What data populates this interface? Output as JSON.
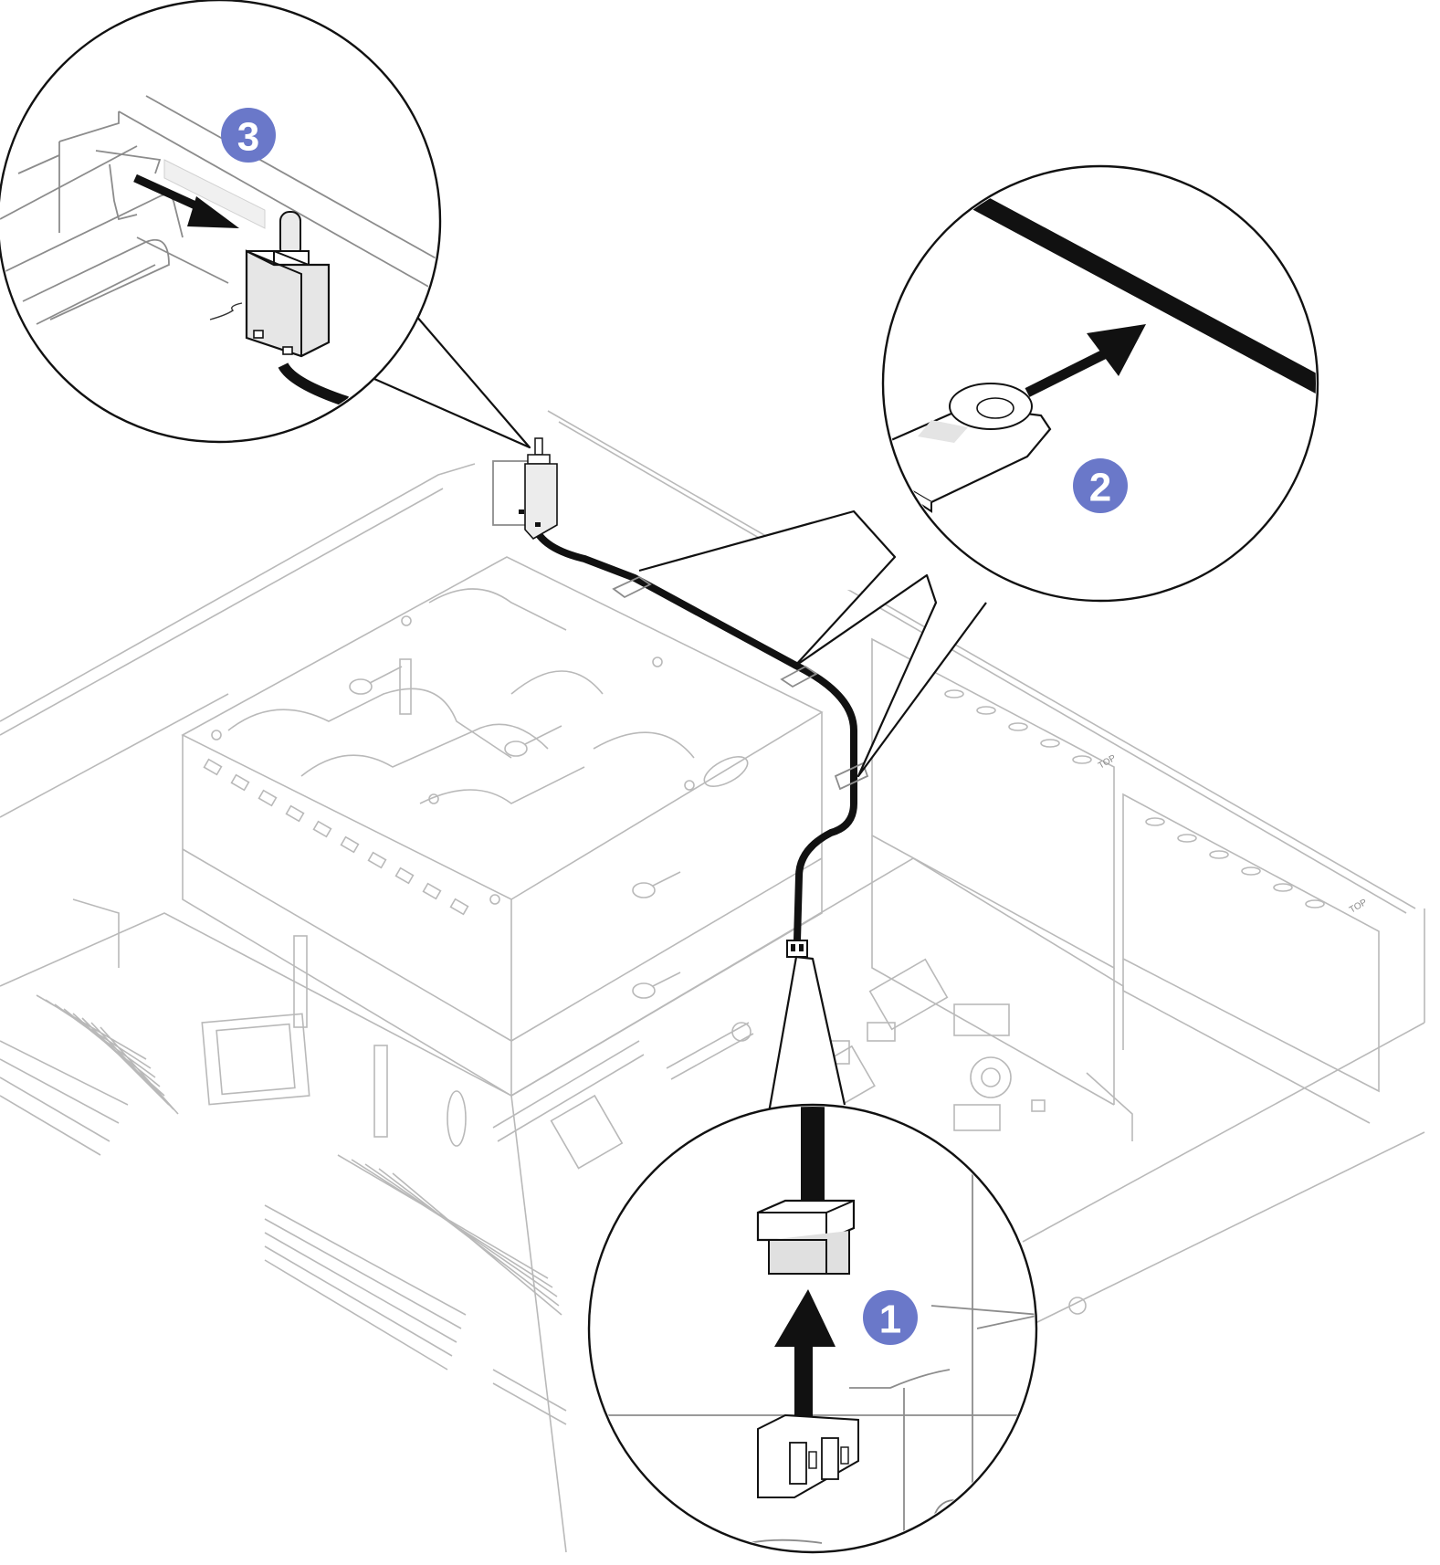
{
  "colors": {
    "callout_fill": "#6a78c9",
    "callout_text": "#ffffff",
    "line_art": "#b9b9b9",
    "ink": "#111111",
    "arrow": "#111111"
  },
  "callouts": [
    {
      "id": "step-1",
      "label": "1"
    },
    {
      "id": "step-2",
      "label": "2"
    },
    {
      "id": "step-3",
      "label": "3"
    }
  ],
  "riser_tags": [
    "TOP",
    "TOP"
  ],
  "icons": {
    "step1_arrow": "arrow-up-icon",
    "step2_arrow": "arrow-up-right-icon",
    "step3_arrow": "arrow-down-right-icon"
  }
}
